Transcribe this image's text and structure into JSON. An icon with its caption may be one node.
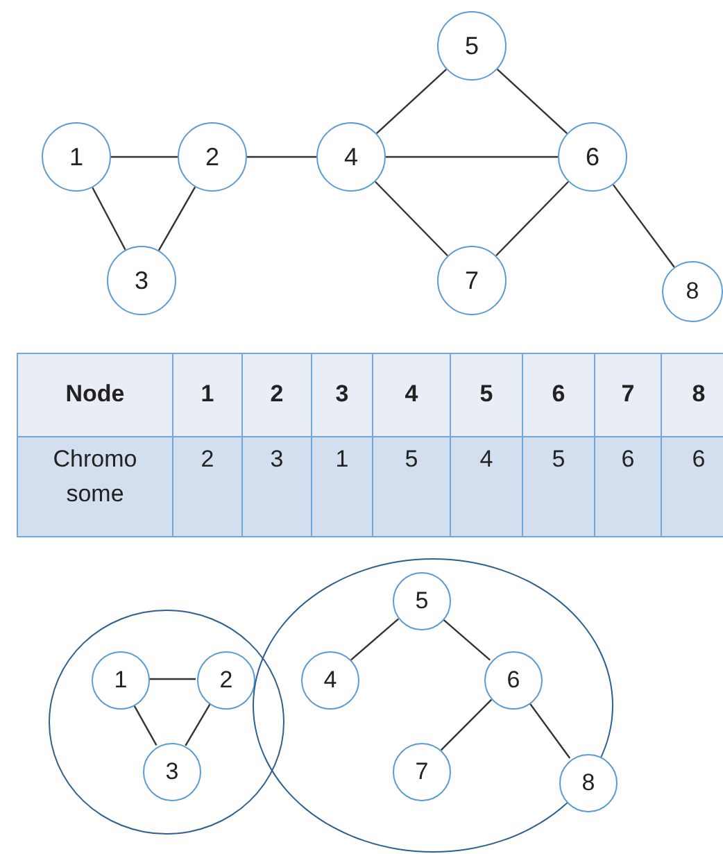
{
  "diagram": {
    "nodes": [
      {
        "text": [
          "1"
        ]
      },
      {
        "text": [
          "2"
        ]
      },
      {
        "text": [
          "3"
        ]
      },
      {
        "text": [
          "4"
        ]
      },
      {
        "text": [
          "5"
        ]
      },
      {
        "text": [
          "6"
        ]
      },
      {
        "text": [
          "7"
        ]
      },
      {
        "text": [
          "8"
        ]
      },
      {
        "text": [],
        "shape": "circle"
      },
      {
        "text": [
          "1"
        ],
        "in": 8
      },
      {
        "text": [
          "2"
        ],
        "in": 8
      },
      {
        "text": [
          "3"
        ],
        "in": 8
      },
      {
        "text": [],
        "shape": "circle"
      },
      {
        "text": [
          "5"
        ],
        "in": 12
      },
      {
        "text": [
          "4"
        ],
        "in": 12
      },
      {
        "text": [
          "6"
        ],
        "in": 12
      },
      {
        "text": [
          "7"
        ],
        "in": 12
      },
      {
        "text": [
          "8"
        ],
        "in": 12
      }
    ],
    "edges": [
      {
        "from": 0,
        "to": 1,
        "arrow": "none"
      },
      {
        "from": 0,
        "to": 2,
        "arrow": "none"
      },
      {
        "from": 1,
        "to": 2,
        "arrow": "none"
      },
      {
        "from": 1,
        "to": 3,
        "arrow": "none"
      },
      {
        "from": 3,
        "to": 4,
        "arrow": "none"
      },
      {
        "from": 3,
        "to": 5,
        "arrow": "none"
      },
      {
        "from": 3,
        "to": 6,
        "arrow": "none"
      },
      {
        "from": 4,
        "to": 5,
        "arrow": "none"
      },
      {
        "from": 5,
        "to": 6,
        "arrow": "none"
      },
      {
        "from": 5,
        "to": 7,
        "arrow": "none"
      },
      {
        "from": 9,
        "to": 10,
        "arrow": "none"
      },
      {
        "from": 9,
        "to": 11,
        "arrow": "none"
      },
      {
        "from": 10,
        "to": 11,
        "arrow": "none"
      },
      {
        "from": 13,
        "to": 14,
        "arrow": "none"
      },
      {
        "from": 13,
        "to": 15,
        "arrow": "none"
      },
      {
        "from": 15,
        "to": 16,
        "arrow": "none"
      },
      {
        "from": 15,
        "to": 17,
        "arrow": "none"
      }
    ],
    "labels": [
      "Node",
      "1",
      "2",
      "3",
      "4",
      "5",
      "6",
      "7",
      "8",
      "Chromo some",
      "2",
      "3",
      "1",
      "5",
      "4",
      "5",
      "6",
      "6"
    ]
  }
}
